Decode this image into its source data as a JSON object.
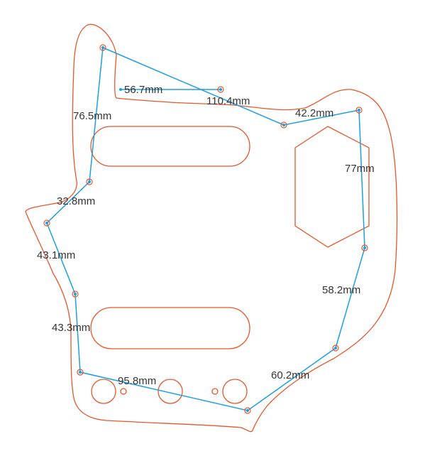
{
  "colors": {
    "outline": "#e8562a",
    "measurement": "#1e9fe0",
    "text": "#333333",
    "background": "#ffffff"
  },
  "measurements": [
    {
      "id": "m1",
      "label": "56.7mm"
    },
    {
      "id": "m2",
      "label": "110.4mm"
    },
    {
      "id": "m3",
      "label": "42.2mm"
    },
    {
      "id": "m4",
      "label": "76.5mm"
    },
    {
      "id": "m5",
      "label": "77mm"
    },
    {
      "id": "m6",
      "label": "32.8mm"
    },
    {
      "id": "m7",
      "label": "43.1mm"
    },
    {
      "id": "m8",
      "label": "58.2mm"
    },
    {
      "id": "m9",
      "label": "43.3mm"
    },
    {
      "id": "m10",
      "label": "60.2mm"
    },
    {
      "id": "m11",
      "label": "95.8mm"
    }
  ]
}
